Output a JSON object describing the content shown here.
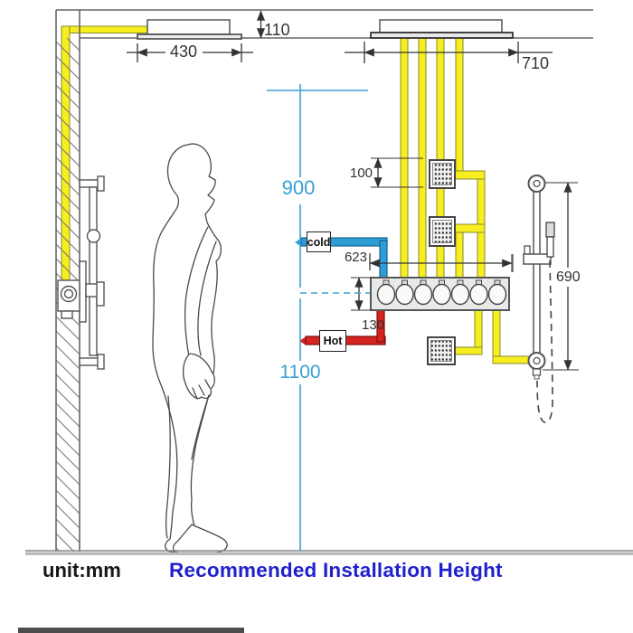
{
  "title": "Recommended Installation Height",
  "unit_note": "unit:mm",
  "dimensions": {
    "left_head_width": "430",
    "right_head_width": "710",
    "ceiling_gap": "110",
    "body_jet_size": "100",
    "valve_to_handshower": "623",
    "valve_body_height": "130",
    "slide_bar_length": "690",
    "upper_height": "900",
    "lower_height": "1100"
  },
  "supply": {
    "cold": "cold",
    "hot": "Hot"
  },
  "colors": {
    "dimension_accent_cyan": "#3aa0d6",
    "title_blue": "#2121cc",
    "pipe_yellow": "#f6ee1f",
    "pipe_cold_blue": "#2d9dd6",
    "pipe_hot_red": "#d6231f",
    "line_gray": "#555555"
  }
}
